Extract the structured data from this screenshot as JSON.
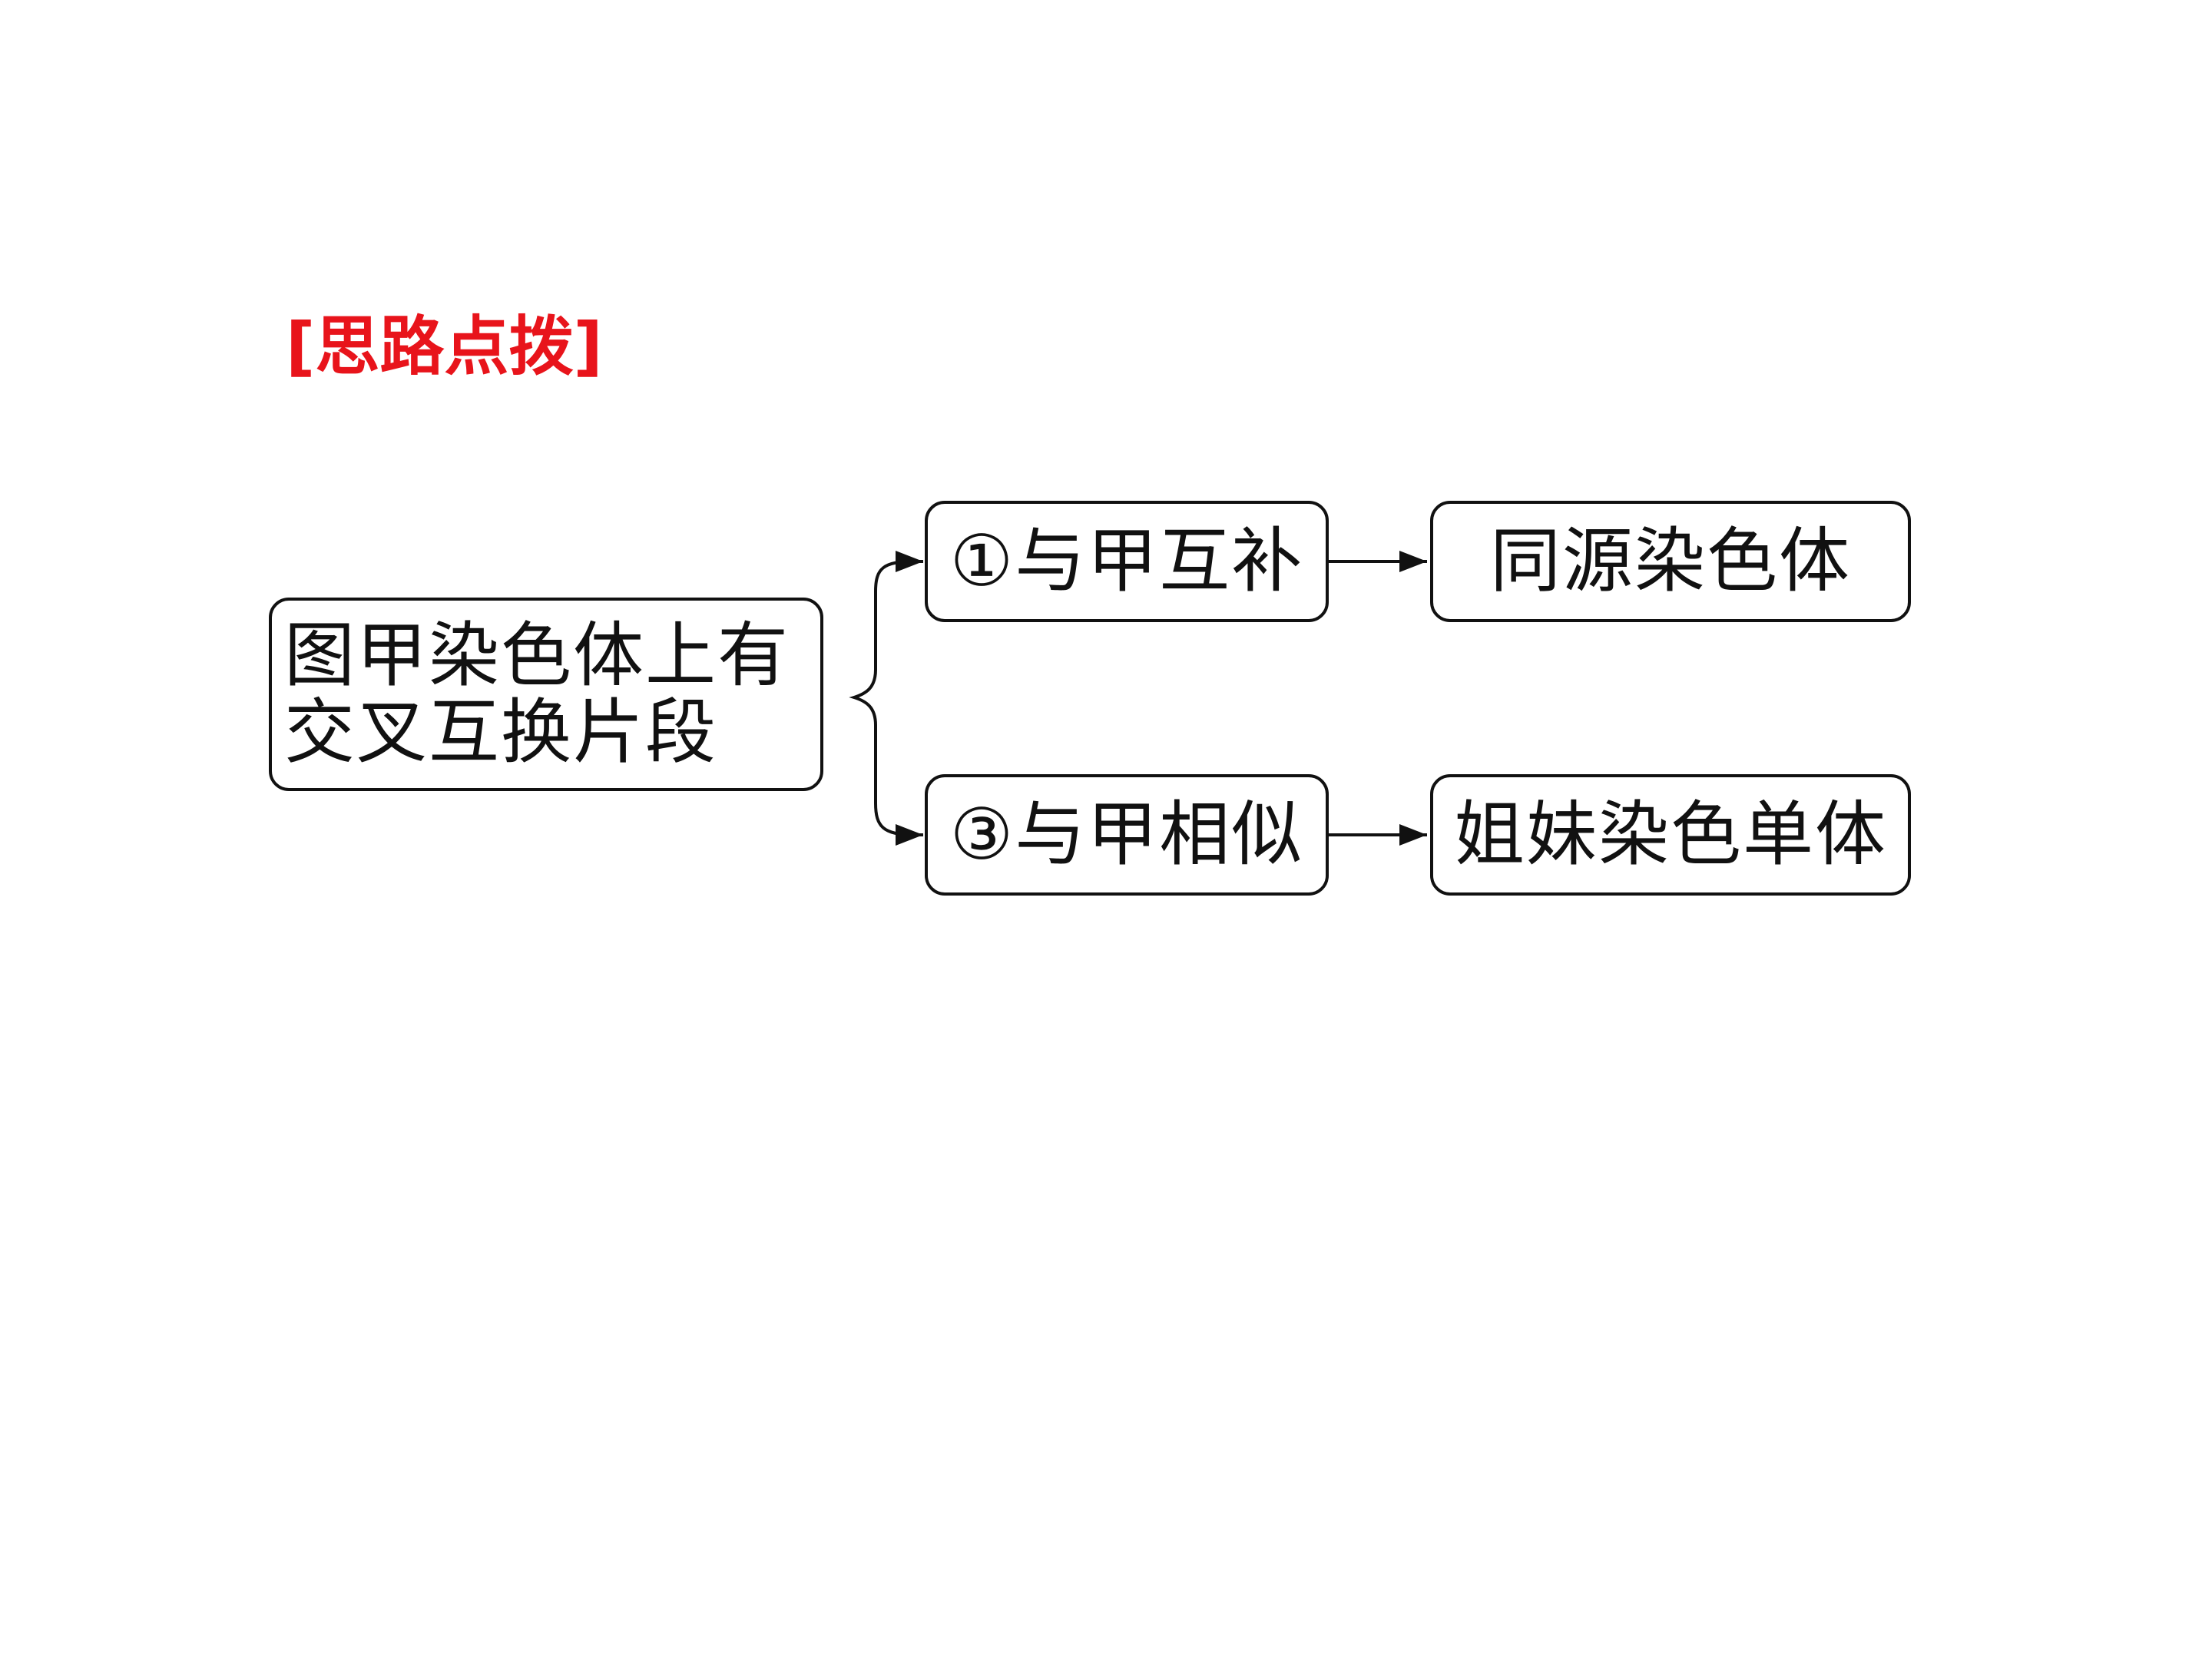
{
  "heading": "[思路点拨]",
  "diagram": {
    "source": "图甲染色体上有\n交叉互换片段",
    "branches": [
      {
        "condition": "①与甲互补",
        "result": "同源染色体"
      },
      {
        "condition": "③与甲相似",
        "result": "姐妹染色单体"
      }
    ]
  },
  "colors": {
    "heading": "#e8141b",
    "line": "#111111"
  }
}
